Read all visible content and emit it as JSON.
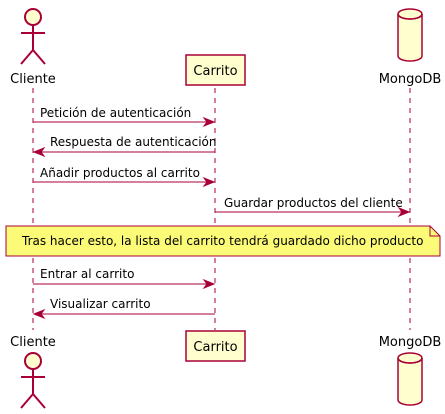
{
  "participants": {
    "cliente": {
      "label": "Cliente",
      "kind": "actor"
    },
    "carrito": {
      "label": "Carrito",
      "kind": "participant"
    },
    "mongodb": {
      "label": "MongoDB",
      "kind": "database"
    }
  },
  "messages": [
    {
      "from": "cliente",
      "to": "carrito",
      "label": "Petición de autenticación",
      "style": "solid"
    },
    {
      "from": "carrito",
      "to": "cliente",
      "label": "Respuesta de autenticación",
      "style": "solid"
    },
    {
      "from": "cliente",
      "to": "carrito",
      "label": "Añadir productos al carrito",
      "style": "solid"
    },
    {
      "from": "carrito",
      "to": "mongodb",
      "label": "Guardar productos del cliente",
      "style": "solid"
    },
    {
      "from": "cliente",
      "to": "carrito",
      "label": "Entrar al carrito",
      "style": "solid"
    },
    {
      "from": "carrito",
      "to": "cliente",
      "label": "Visualizar carrito",
      "style": "solid"
    }
  ],
  "note": {
    "text": "Tras hacer esto, la lista del carrito tendrá guardado dicho producto"
  },
  "colors": {
    "line": "#A80036",
    "participant_fill": "#FEFECE",
    "note_fill": "#FBFB77",
    "note_border": "#A80036"
  }
}
